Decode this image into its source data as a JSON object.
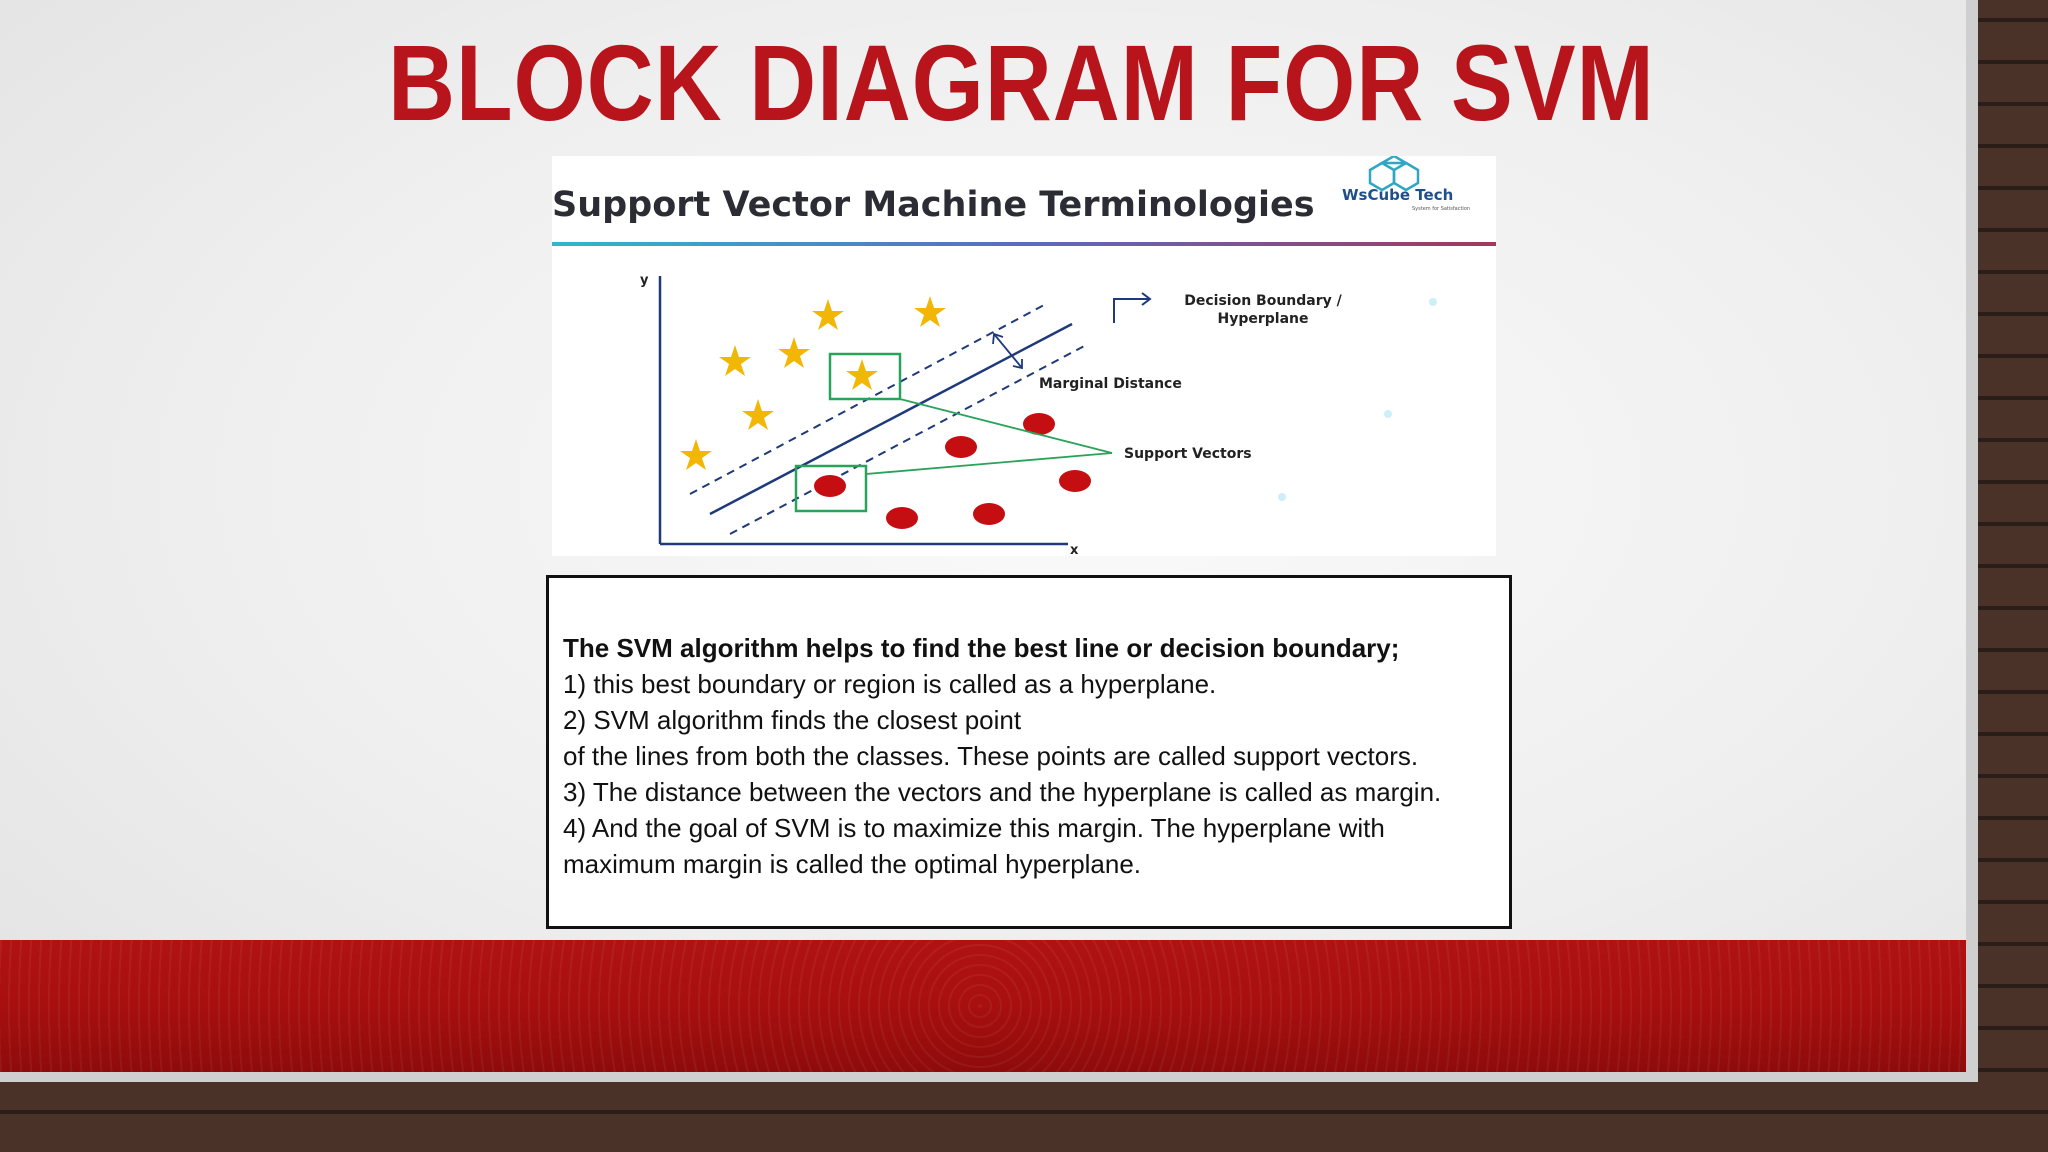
{
  "slide": {
    "title": "BLOCK DIAGRAM FOR SVM"
  },
  "figure": {
    "heading": "Support Vector Machine Terminologies",
    "logo_text": "WsCube Tech",
    "logo_tagline": "System for Satisfaction",
    "axis_y": "y",
    "axis_x": "x",
    "label_decision_line1": "Decision Boundary /",
    "label_decision_line2": "Hyperplane",
    "label_margin": "Marginal Distance",
    "label_support": "Support Vectors",
    "colors": {
      "star": "#f2b705",
      "dot": "#c40e12",
      "box": "#2aa35a",
      "line": "#1f3a7a"
    }
  },
  "textbox": {
    "lead": "The SVM algorithm helps to find the best line or decision boundary;",
    "lines": [
      "1)  this best boundary or region is called as a hyperplane.",
      "2)  SVM algorithm finds the closest point",
      "of the lines from both the classes. These points are called support vectors.",
      "3) The distance between the vectors and the hyperplane is called as margin.",
      "4) And the goal of SVM is to maximize this margin. The hyperplane with",
      "maximum margin is called the optimal hyperplane."
    ]
  }
}
